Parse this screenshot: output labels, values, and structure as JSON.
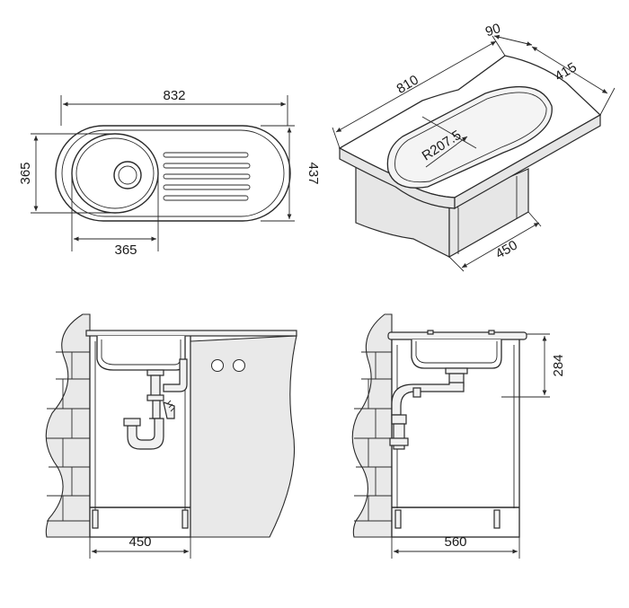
{
  "top_view": {
    "width_label": "832",
    "height_label": "437",
    "bowl_height_label": "365",
    "bowl_width_label": "365"
  },
  "iso_view": {
    "depth_label": "90",
    "width_label": "415",
    "length_label": "810",
    "radius_label": "R207.5",
    "cabinet_label": "450"
  },
  "front_view": {
    "cabinet_width_label": "450"
  },
  "side_view": {
    "depth_label": "284",
    "cabinet_depth_label": "560"
  }
}
